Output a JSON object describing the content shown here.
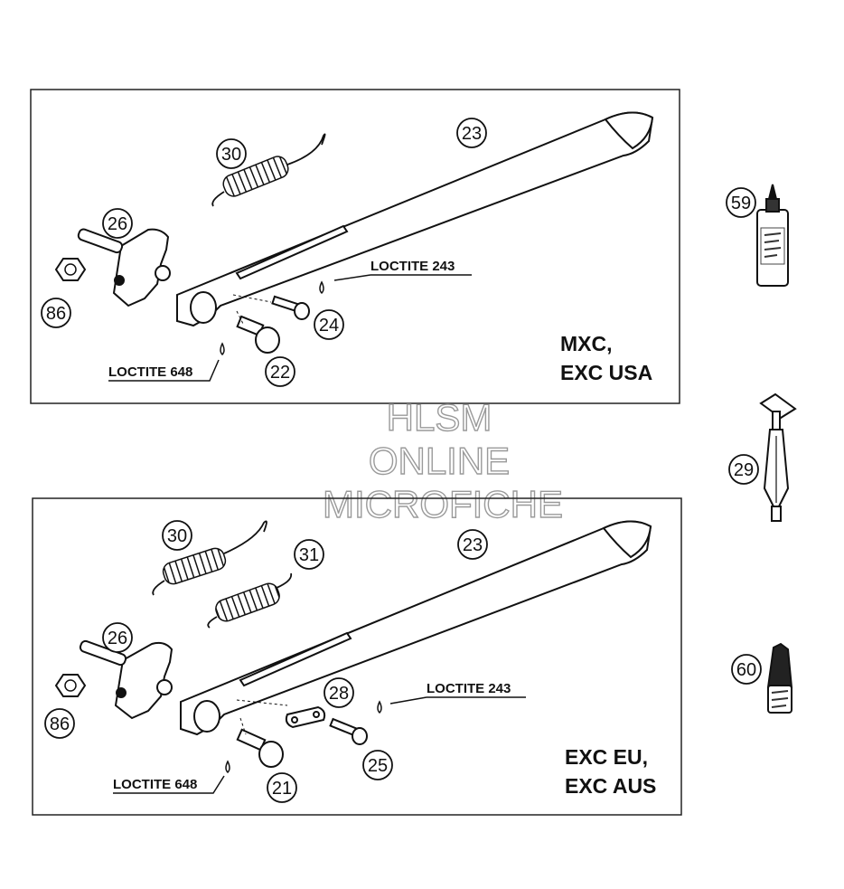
{
  "top_panel": {
    "callouts": [
      "30",
      "23",
      "26",
      "86",
      "24",
      "22"
    ],
    "loctite_a": "LOCTITE 243",
    "loctite_b": "LOCTITE 648",
    "variant_line1": "MXC,",
    "variant_line2": "EXC USA"
  },
  "bottom_panel": {
    "callouts": [
      "30",
      "31",
      "23",
      "26",
      "86",
      "28",
      "25",
      "21"
    ],
    "loctite_a": "LOCTITE 243",
    "loctite_b": "LOCTITE 648",
    "variant_line1": "EXC EU,",
    "variant_line2": "EXC AUS"
  },
  "side_parts": {
    "callouts": [
      "59",
      "29",
      "60"
    ]
  },
  "watermark": {
    "line1": "HLSM",
    "line2": "ONLINE",
    "line3": "MICROFICHE"
  }
}
